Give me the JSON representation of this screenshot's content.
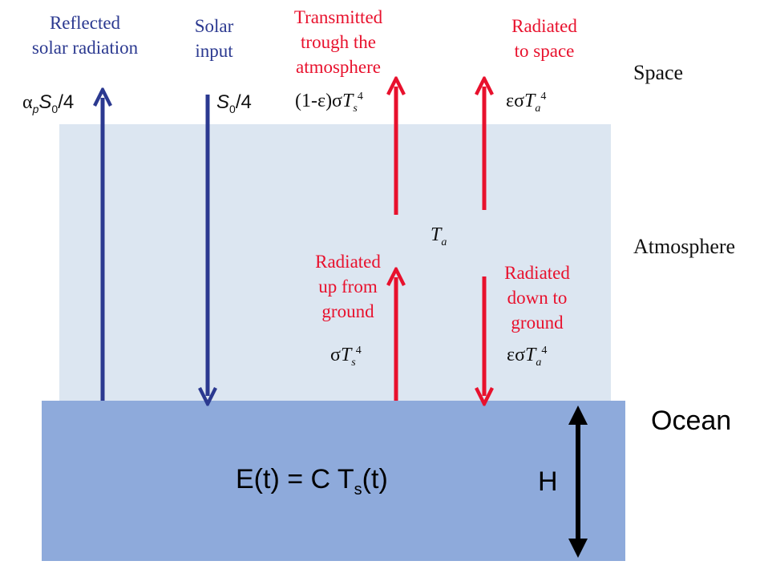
{
  "regions": {
    "space": "Space",
    "atmosphere": "Atmosphere",
    "ocean": "Ocean"
  },
  "fluxes": {
    "reflected": {
      "label_line1": "Reflected",
      "label_line2": "solar radiation",
      "formula_coeff": "α",
      "formula_sub": "p",
      "formula_sym": "S",
      "formula_sub2": "0",
      "formula_tail": "/4"
    },
    "solar": {
      "label_line1": "Solar",
      "label_line2": "input",
      "formula_sym": "S",
      "formula_sub": "0",
      "formula_tail": "/4"
    },
    "transmitted": {
      "label_line1": "Transmitted",
      "label_line2": "trough the",
      "label_line3": "atmosphere",
      "formula_head": "(1-ε)σ",
      "formula_sym": "T",
      "formula_sub": "s",
      "formula_sup": "4"
    },
    "radiated_space": {
      "label_line1": "Radiated",
      "label_line2": "to space",
      "formula_head": "εσ",
      "formula_sym": "T",
      "formula_sub": "a",
      "formula_sup": "4"
    },
    "radiated_up": {
      "label_line1": "Radiated",
      "label_line2": "up from",
      "label_line3": "ground",
      "formula_head": "σ",
      "formula_sym": "T",
      "formula_sub": "s",
      "formula_sup": "4"
    },
    "radiated_down": {
      "label_line1": "Radiated",
      "label_line2": "down to",
      "label_line3": "ground",
      "formula_head": "εσ",
      "formula_sym": "T",
      "formula_sub": "a",
      "formula_sup": "4"
    }
  },
  "atmosphere_temp": {
    "sym": "T",
    "sub": "a"
  },
  "ocean": {
    "equation_head": "E(t) = C T",
    "equation_sub": "s",
    "equation_tail": "(t)",
    "depth_label": "H"
  },
  "colors": {
    "space_bg": "#ffffff",
    "atmosphere_fill": "#dce6f1",
    "ocean_fill": "#8eaadb",
    "solar_arrow": "#2b3990",
    "thermal_arrow": "#e8112d",
    "depth_arrow": "#000000"
  }
}
